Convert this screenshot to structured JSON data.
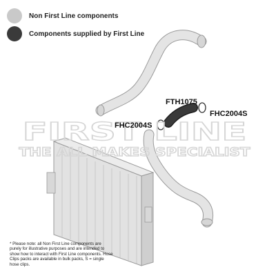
{
  "legend": {
    "items": [
      {
        "label": "Non First Line components",
        "color": "#c9c9c9"
      },
      {
        "label": "Components supplied by First Line",
        "color": "#3a3a3a"
      }
    ]
  },
  "watermark": {
    "line1": "FIRST LINE",
    "line2": "THE ALL MAKES SPECIALIST"
  },
  "parts": {
    "hose": "FTH1075",
    "clip_left": "FHC2004S",
    "clip_right": "FHC2004S"
  },
  "footnote": "* Please note: all Non First Line components are purely for illustrative purposes and are intended to show how to interact with First Line components. Hose Clips packs are available in bulk packs, S = single hose clips.",
  "colors": {
    "non_first_line": "#c9c9c9",
    "first_line": "#3a3a3a",
    "outline": "#9a9a9a"
  }
}
